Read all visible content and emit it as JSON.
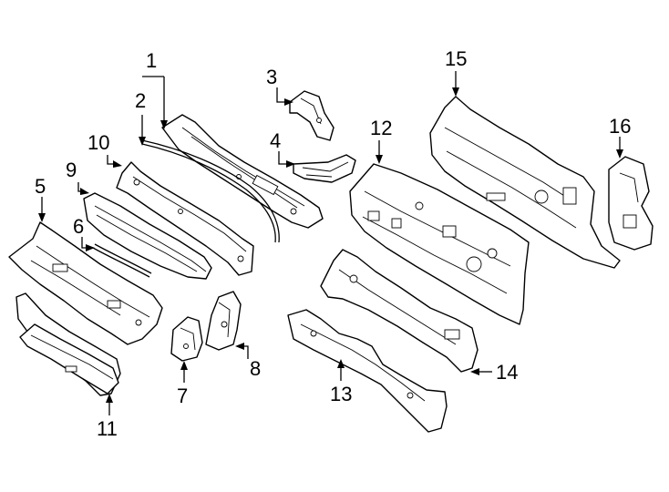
{
  "diagram": {
    "callouts": [
      {
        "id": "1",
        "label": "1"
      },
      {
        "id": "2",
        "label": "2"
      },
      {
        "id": "3",
        "label": "3"
      },
      {
        "id": "4",
        "label": "4"
      },
      {
        "id": "5",
        "label": "5"
      },
      {
        "id": "6",
        "label": "6"
      },
      {
        "id": "7",
        "label": "7"
      },
      {
        "id": "8",
        "label": "8"
      },
      {
        "id": "9",
        "label": "9"
      },
      {
        "id": "10",
        "label": "10"
      },
      {
        "id": "11",
        "label": "11"
      },
      {
        "id": "12",
        "label": "12"
      },
      {
        "id": "13",
        "label": "13"
      },
      {
        "id": "14",
        "label": "14"
      },
      {
        "id": "15",
        "label": "15"
      },
      {
        "id": "16",
        "label": "16"
      }
    ],
    "colors": {
      "line": "#000000",
      "background": "#ffffff"
    }
  }
}
